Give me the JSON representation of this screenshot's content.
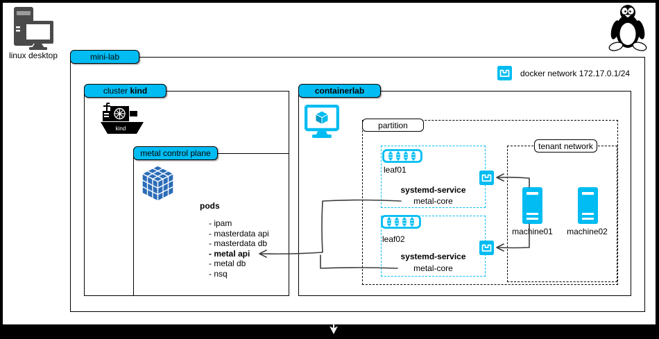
{
  "desktop": {
    "label": "linux desktop"
  },
  "minilab": {
    "label": "mini-lab"
  },
  "cluster": {
    "label": "cluster ",
    "label_bold": "kind",
    "ship_text": "kind"
  },
  "metal": {
    "label": "metal control plane",
    "pods_title": "pods",
    "pods": [
      "- ipam",
      "- masterdata api",
      "- masterdata db",
      "- metal api",
      "- metal db",
      "- nsq"
    ]
  },
  "containerlab": {
    "label": "containerlab"
  },
  "legend": {
    "docker_network": "docker network 172.17.0.1/24"
  },
  "partition": {
    "label": "partition"
  },
  "tenant": {
    "label": "tenant network"
  },
  "leaf01": {
    "name": "leaf01",
    "service_bold": "systemd-service",
    "service": "metal-core"
  },
  "leaf02": {
    "name": "leaf02",
    "service_bold": "systemd-service",
    "service": "metal-core"
  },
  "machine01": {
    "name": "machine01"
  },
  "machine02": {
    "name": "machine02"
  },
  "colors": {
    "accent_cyan": "#00BCF2",
    "cube_blue": "#2B6CB8",
    "icon_gray": "#4A4A4A",
    "line": "#3B3B3B"
  }
}
